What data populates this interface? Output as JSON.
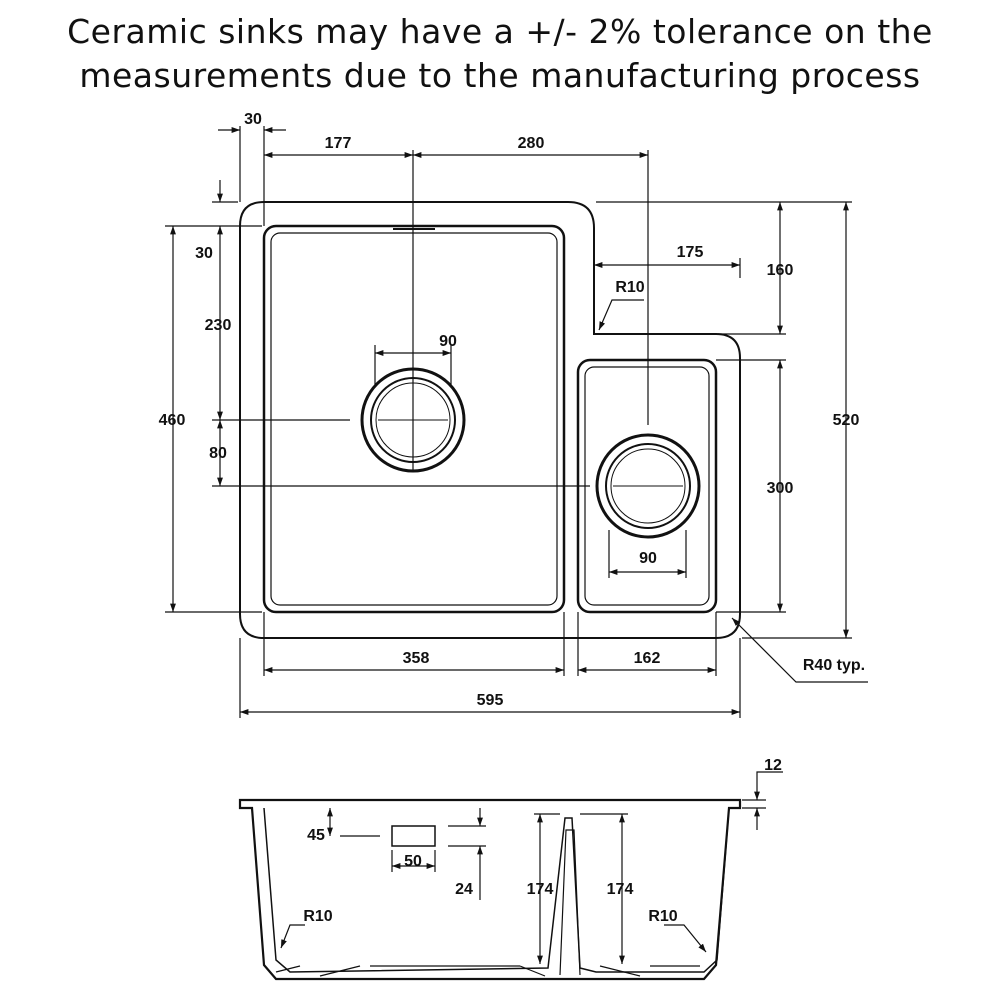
{
  "header": {
    "line1": "Ceramic sinks may have a +/- 2% tolerance on the",
    "line2": "measurements due to the manufacturing process"
  },
  "plan_view": {
    "dim_rim_left": "30",
    "dim_waste_from_inner": "177",
    "dim_waste_to_waste": "280",
    "dim_rim_top": "30",
    "dim_main_waste_y": "230",
    "dim_main_depth": "460",
    "dim_waste_offset": "80",
    "dim_main_waste_dia": "90",
    "dim_step_width": "175",
    "dim_step_height": "160",
    "dim_step_radius": "R10",
    "dim_small_height": "300",
    "dim_overall_depth": "520",
    "dim_small_waste_dia": "90",
    "dim_main_width": "358",
    "dim_small_width": "162",
    "dim_overall_width": "595",
    "dim_corner_radius": "R40 typ."
  },
  "section_view": {
    "dim_rim_thickness": "12",
    "dim_overflow_top": "45",
    "dim_overflow_width": "50",
    "dim_overflow_height": "24",
    "dim_main_bowl_depth": "174",
    "dim_small_bowl_depth": "174",
    "dim_radius_left": "R10",
    "dim_radius_right": "R10"
  },
  "colors": {
    "ink": "#111111",
    "background": "#ffffff"
  }
}
